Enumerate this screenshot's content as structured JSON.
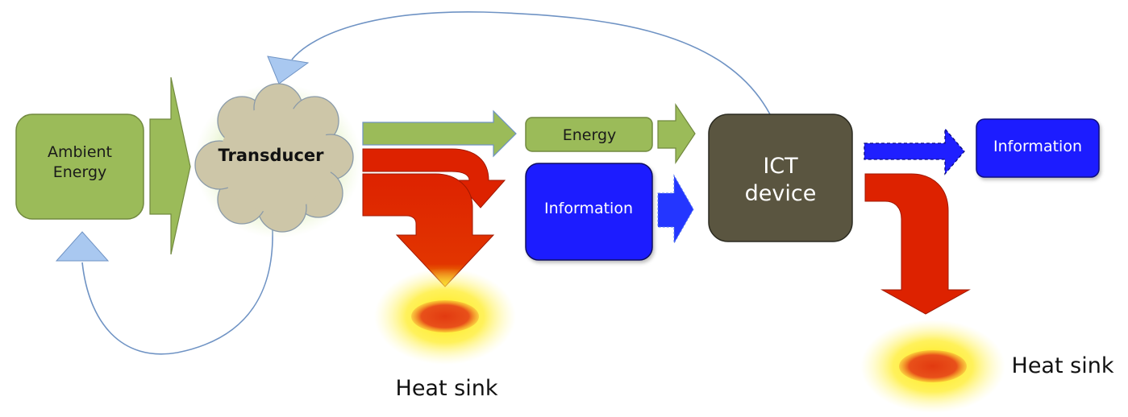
{
  "nodes": {
    "ambient_energy": {
      "line1": "Ambient",
      "line2": "Energy"
    },
    "transducer": {
      "label": "Transducer"
    },
    "energy_box": {
      "label": "Energy"
    },
    "information_box": {
      "label": "Information"
    },
    "ict_device": {
      "line1": "ICT",
      "line2": "device"
    },
    "information_output": {
      "label": "Information"
    }
  },
  "heat_sinks": {
    "left_label": "Heat sink",
    "right_label": "Heat sink"
  },
  "colors": {
    "energy_green": "#9bbb59",
    "energy_border": "#71893f",
    "information_blue": "#1f1fff",
    "heat_red": "#dd2200",
    "device_brown": "#5a5540",
    "cloud_fill": "#cdc6a8",
    "feedback_line": "#6f93c4",
    "feedback_arrowhead": "#a9c8f0"
  }
}
